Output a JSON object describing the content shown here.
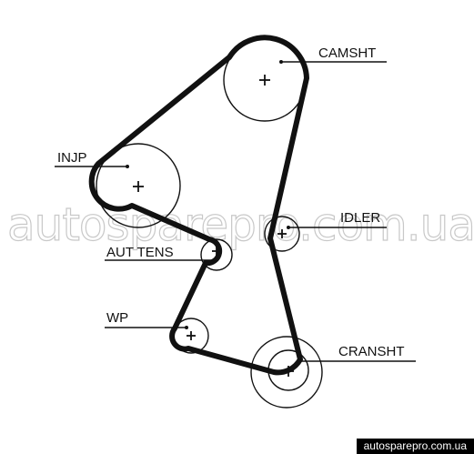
{
  "labels": {
    "camsht": "CAMSHT",
    "injp": "INJP",
    "idler": "IDLER",
    "aut_tens": "AUT TENS",
    "wp": "WP",
    "cranshft": "CRANSHT"
  },
  "watermark": "autosparepro.com.ua",
  "footer_tag": "autosparepro.com.ua",
  "colors": {
    "line": "#111111",
    "watermark": "#c8c8c8",
    "footer_bg": "#000000",
    "footer_text": "#ffffff"
  },
  "icons": {
    "pulley_center": "plus-cross"
  }
}
